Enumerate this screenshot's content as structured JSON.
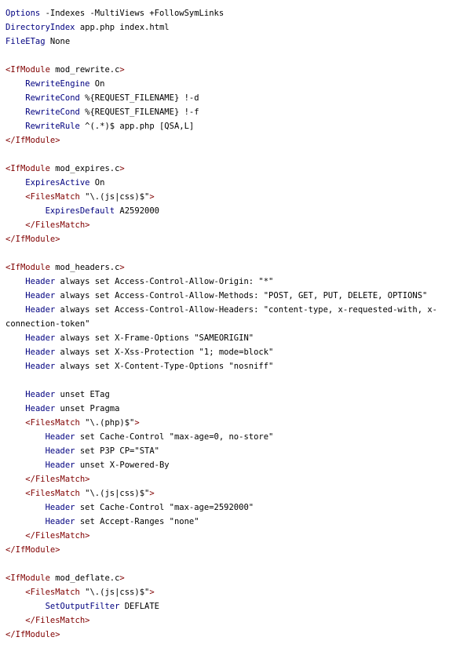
{
  "colors": {
    "background": "#ffffff",
    "directive": "#000080",
    "section_tag": "#800000",
    "text": "#000000"
  },
  "lines": [
    [
      {
        "t": "kw",
        "v": "Options"
      },
      {
        "t": "txt",
        "v": " -Indexes -MultiViews +FollowSymLinks"
      }
    ],
    [
      {
        "t": "kw",
        "v": "DirectoryIndex"
      },
      {
        "t": "txt",
        "v": " app.php index.html"
      }
    ],
    [
      {
        "t": "kw",
        "v": "FileETag"
      },
      {
        "t": "txt",
        "v": " None"
      }
    ],
    [],
    [
      {
        "t": "tag",
        "v": "<IfModule"
      },
      {
        "t": "txt",
        "v": " mod_rewrite.c"
      },
      {
        "t": "tag",
        "v": ">"
      }
    ],
    [
      {
        "t": "txt",
        "v": "    "
      },
      {
        "t": "kw",
        "v": "RewriteEngine"
      },
      {
        "t": "txt",
        "v": " On"
      }
    ],
    [
      {
        "t": "txt",
        "v": "    "
      },
      {
        "t": "kw",
        "v": "RewriteCond"
      },
      {
        "t": "txt",
        "v": " %{REQUEST_FILENAME} !-d"
      }
    ],
    [
      {
        "t": "txt",
        "v": "    "
      },
      {
        "t": "kw",
        "v": "RewriteCond"
      },
      {
        "t": "txt",
        "v": " %{REQUEST_FILENAME} !-f"
      }
    ],
    [
      {
        "t": "txt",
        "v": "    "
      },
      {
        "t": "kw",
        "v": "RewriteRule"
      },
      {
        "t": "txt",
        "v": " ^(.*)$ app.php [QSA,L]"
      }
    ],
    [
      {
        "t": "tag",
        "v": "</IfModule>"
      }
    ],
    [],
    [
      {
        "t": "tag",
        "v": "<IfModule"
      },
      {
        "t": "txt",
        "v": " mod_expires.c"
      },
      {
        "t": "tag",
        "v": ">"
      }
    ],
    [
      {
        "t": "txt",
        "v": "    "
      },
      {
        "t": "kw",
        "v": "ExpiresActive"
      },
      {
        "t": "txt",
        "v": " On"
      }
    ],
    [
      {
        "t": "txt",
        "v": "    "
      },
      {
        "t": "tag",
        "v": "<FilesMatch"
      },
      {
        "t": "txt",
        "v": " \"\\.(js|css)$\""
      },
      {
        "t": "tag",
        "v": ">"
      }
    ],
    [
      {
        "t": "txt",
        "v": "        "
      },
      {
        "t": "kw",
        "v": "ExpiresDefault"
      },
      {
        "t": "txt",
        "v": " A2592000"
      }
    ],
    [
      {
        "t": "txt",
        "v": "    "
      },
      {
        "t": "tag",
        "v": "</FilesMatch>"
      }
    ],
    [
      {
        "t": "tag",
        "v": "</IfModule>"
      }
    ],
    [],
    [
      {
        "t": "tag",
        "v": "<IfModule"
      },
      {
        "t": "txt",
        "v": " mod_headers.c"
      },
      {
        "t": "tag",
        "v": ">"
      }
    ],
    [
      {
        "t": "txt",
        "v": "    "
      },
      {
        "t": "kw",
        "v": "Header"
      },
      {
        "t": "txt",
        "v": " always set Access-Control-Allow-Origin: \"*\""
      }
    ],
    [
      {
        "t": "txt",
        "v": "    "
      },
      {
        "t": "kw",
        "v": "Header"
      },
      {
        "t": "txt",
        "v": " always set Access-Control-Allow-Methods: \"POST, GET, PUT, DELETE, OPTIONS\""
      }
    ],
    [
      {
        "t": "txt",
        "v": "    "
      },
      {
        "t": "kw",
        "v": "Header"
      },
      {
        "t": "txt",
        "v": " always set Access-Control-Allow-Headers: \"content-type, x-requested-with, x-"
      }
    ],
    [
      {
        "t": "txt",
        "v": "connection-token\""
      }
    ],
    [
      {
        "t": "txt",
        "v": "    "
      },
      {
        "t": "kw",
        "v": "Header"
      },
      {
        "t": "txt",
        "v": " always set X-Frame-Options \"SAMEORIGIN\""
      }
    ],
    [
      {
        "t": "txt",
        "v": "    "
      },
      {
        "t": "kw",
        "v": "Header"
      },
      {
        "t": "txt",
        "v": " always set X-Xss-Protection \"1; mode=block\""
      }
    ],
    [
      {
        "t": "txt",
        "v": "    "
      },
      {
        "t": "kw",
        "v": "Header"
      },
      {
        "t": "txt",
        "v": " always set X-Content-Type-Options \"nosniff\""
      }
    ],
    [],
    [
      {
        "t": "txt",
        "v": "    "
      },
      {
        "t": "kw",
        "v": "Header"
      },
      {
        "t": "txt",
        "v": " unset ETag"
      }
    ],
    [
      {
        "t": "txt",
        "v": "    "
      },
      {
        "t": "kw",
        "v": "Header"
      },
      {
        "t": "txt",
        "v": " unset Pragma"
      }
    ],
    [
      {
        "t": "txt",
        "v": "    "
      },
      {
        "t": "tag",
        "v": "<FilesMatch"
      },
      {
        "t": "txt",
        "v": " \"\\.(php)$\""
      },
      {
        "t": "tag",
        "v": ">"
      }
    ],
    [
      {
        "t": "txt",
        "v": "        "
      },
      {
        "t": "kw",
        "v": "Header"
      },
      {
        "t": "txt",
        "v": " set Cache-Control \"max-age=0, no-store\""
      }
    ],
    [
      {
        "t": "txt",
        "v": "        "
      },
      {
        "t": "kw",
        "v": "Header"
      },
      {
        "t": "txt",
        "v": " set P3P CP=\"STA\""
      }
    ],
    [
      {
        "t": "txt",
        "v": "        "
      },
      {
        "t": "kw",
        "v": "Header"
      },
      {
        "t": "txt",
        "v": " unset X-Powered-By"
      }
    ],
    [
      {
        "t": "txt",
        "v": "    "
      },
      {
        "t": "tag",
        "v": "</FilesMatch>"
      }
    ],
    [
      {
        "t": "txt",
        "v": "    "
      },
      {
        "t": "tag",
        "v": "<FilesMatch"
      },
      {
        "t": "txt",
        "v": " \"\\.(js|css)$\""
      },
      {
        "t": "tag",
        "v": ">"
      }
    ],
    [
      {
        "t": "txt",
        "v": "        "
      },
      {
        "t": "kw",
        "v": "Header"
      },
      {
        "t": "txt",
        "v": " set Cache-Control \"max-age=2592000\""
      }
    ],
    [
      {
        "t": "txt",
        "v": "        "
      },
      {
        "t": "kw",
        "v": "Header"
      },
      {
        "t": "txt",
        "v": " set Accept-Ranges \"none\""
      }
    ],
    [
      {
        "t": "txt",
        "v": "    "
      },
      {
        "t": "tag",
        "v": "</FilesMatch>"
      }
    ],
    [
      {
        "t": "tag",
        "v": "</IfModule>"
      }
    ],
    [],
    [
      {
        "t": "tag",
        "v": "<IfModule"
      },
      {
        "t": "txt",
        "v": " mod_deflate.c"
      },
      {
        "t": "tag",
        "v": ">"
      }
    ],
    [
      {
        "t": "txt",
        "v": "    "
      },
      {
        "t": "tag",
        "v": "<FilesMatch"
      },
      {
        "t": "txt",
        "v": " \"\\.(js|css)$\""
      },
      {
        "t": "tag",
        "v": ">"
      }
    ],
    [
      {
        "t": "txt",
        "v": "        "
      },
      {
        "t": "kw",
        "v": "SetOutputFilter"
      },
      {
        "t": "txt",
        "v": " DEFLATE"
      }
    ],
    [
      {
        "t": "txt",
        "v": "    "
      },
      {
        "t": "tag",
        "v": "</FilesMatch>"
      }
    ],
    [
      {
        "t": "tag",
        "v": "</IfModule>"
      }
    ]
  ]
}
